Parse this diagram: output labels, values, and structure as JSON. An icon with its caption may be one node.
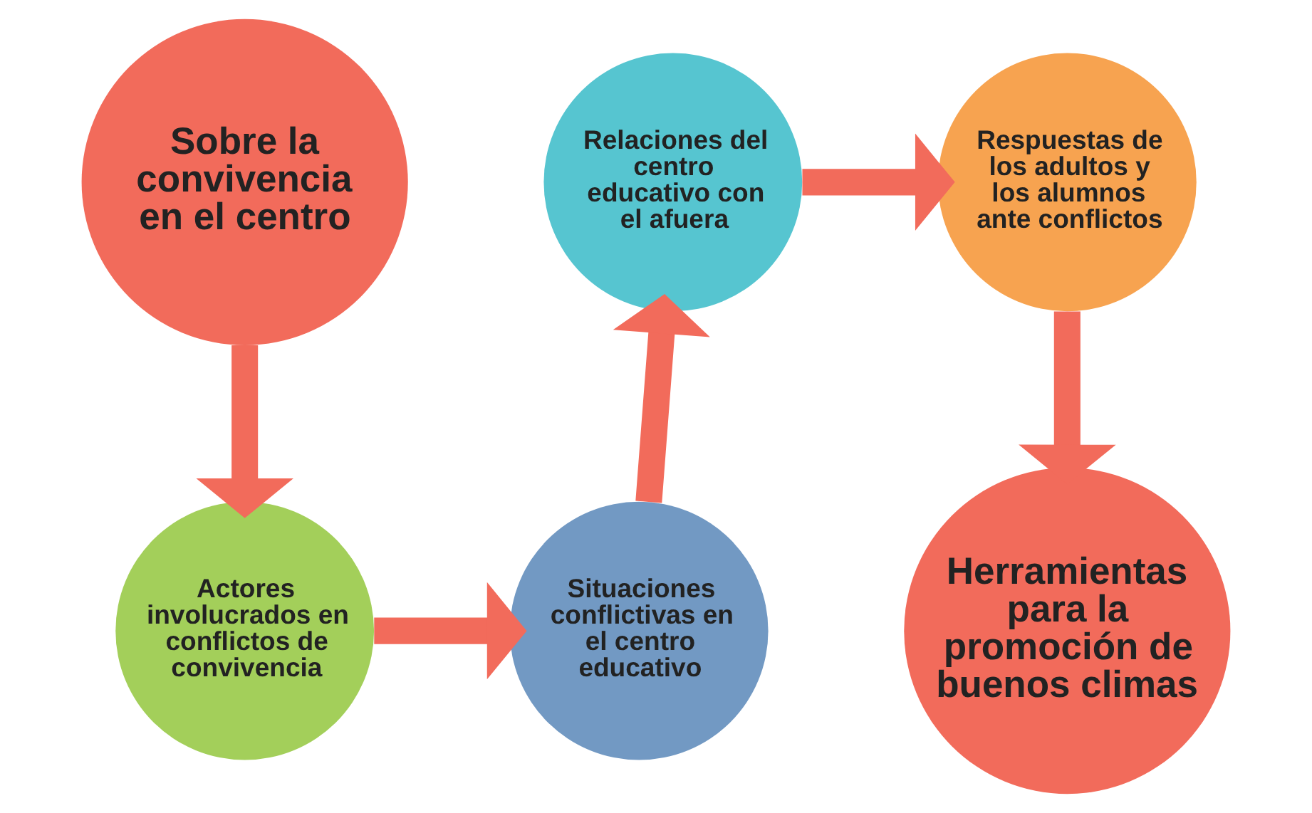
{
  "diagram": {
    "nodes": [
      {
        "text": [
          "Sobre la convivencia en el centro"
        ]
      },
      {
        "text": [
          "Actores involucrados en conflictos de convivencia"
        ]
      },
      {
        "text": [
          "Situaciones conflictivas en el centro educativo"
        ]
      },
      {
        "text": [
          "Relaciones del centro educativo con el afuera"
        ]
      },
      {
        "text": [
          "Respuestas de los adultos y los alumnos ante conflictos"
        ]
      },
      {
        "text": [
          "Herramientas para la promoción de buenos climas"
        ]
      }
    ],
    "edges": [
      {
        "from": 0,
        "to": 1,
        "arrow": "to"
      },
      {
        "from": 1,
        "to": 2,
        "arrow": "to"
      },
      {
        "from": 2,
        "to": 3,
        "arrow": "to"
      },
      {
        "from": 3,
        "to": 4,
        "arrow": "to"
      },
      {
        "from": 4,
        "to": 5,
        "arrow": "to"
      }
    ]
  }
}
